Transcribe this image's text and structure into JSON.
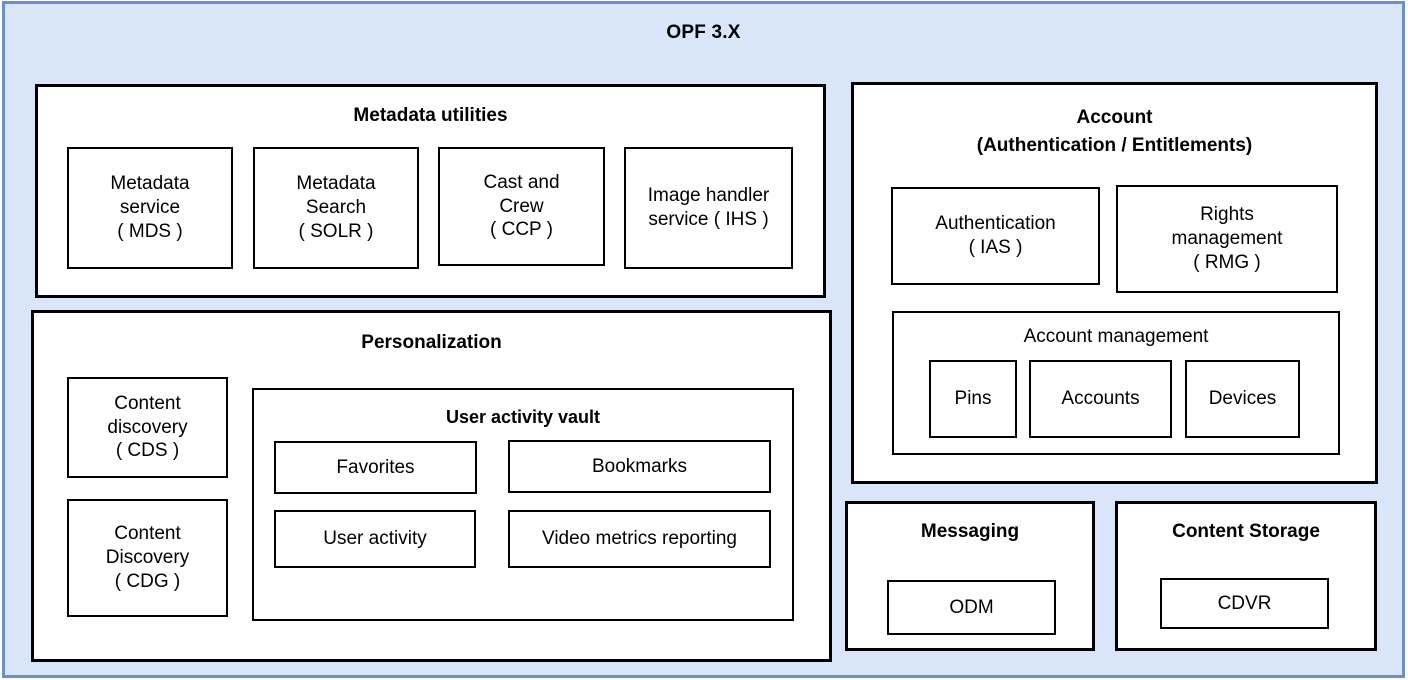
{
  "diagram": {
    "title": "OPF 3.X",
    "colors": {
      "outer_fill": "#d9e5f8",
      "outer_border": "#6e8fc6",
      "panel_fill": "#ffffff",
      "panel_border": "#000000",
      "text": "#000000"
    },
    "panels": {
      "metadata_utilities": {
        "title": "Metadata utilities",
        "boxes": [
          {
            "label": "Metadata\nservice\n( MDS )"
          },
          {
            "label": "Metadata\nSearch\n( SOLR )"
          },
          {
            "label": "Cast and\nCrew\n( CCP )"
          },
          {
            "label": "Image handler\nservice ( IHS )"
          }
        ]
      },
      "personalization": {
        "title": "Personalization",
        "boxes": [
          {
            "label": "Content\ndiscovery\n( CDS )"
          },
          {
            "label": "Content\nDiscovery\n( CDG )"
          }
        ],
        "user_activity_vault": {
          "title": "User activity vault",
          "boxes": [
            {
              "label": "Favorites"
            },
            {
              "label": "Bookmarks"
            },
            {
              "label": "User activity"
            },
            {
              "label": "Video metrics reporting"
            }
          ]
        }
      },
      "account": {
        "title": "Account\n(Authentication / Entitlements)",
        "boxes": [
          {
            "label": "Authentication\n( IAS )"
          },
          {
            "label": "Rights\nmanagement\n( RMG )"
          }
        ],
        "account_management": {
          "title": "Account management",
          "boxes": [
            {
              "label": "Pins"
            },
            {
              "label": "Accounts"
            },
            {
              "label": "Devices"
            }
          ]
        }
      },
      "messaging": {
        "title": "Messaging",
        "boxes": [
          {
            "label": "ODM"
          }
        ]
      },
      "content_storage": {
        "title": "Content Storage",
        "boxes": [
          {
            "label": "CDVR"
          }
        ]
      }
    }
  }
}
